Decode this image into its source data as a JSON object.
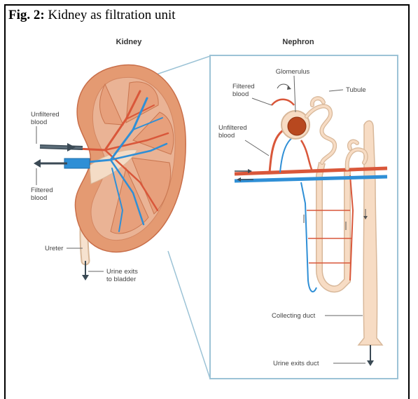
{
  "figure": {
    "label": "Fig. 2:",
    "caption": "Kidney as filtration unit"
  },
  "titles": {
    "kidney": "Kidney",
    "nephron": "Nephron"
  },
  "kidney_labels": {
    "unfiltered_blood_1": "Unfiltered",
    "unfiltered_blood_2": "blood",
    "filtered_blood_1": "Filtered",
    "filtered_blood_2": "blood",
    "ureter": "Ureter",
    "urine_exits_1": "Urine exits",
    "urine_exits_2": "to bladder"
  },
  "nephron_labels": {
    "glomerulus": "Glomerulus",
    "tubule": "Tubule",
    "filtered_blood_1": "Filtered",
    "filtered_blood_2": "blood",
    "unfiltered_blood_1": "Unfiltered",
    "unfiltered_blood_2": "blood",
    "collecting_duct": "Collecting duct",
    "urine_exits_duct": "Urine exits duct"
  },
  "colors": {
    "artery": "#d9573a",
    "vein": "#2f8fd6",
    "kidney_outer": "#e49a72",
    "tubule": "#f7dcc4",
    "frame": "#9cc3d6",
    "dark_tube": "#3b4a55"
  }
}
